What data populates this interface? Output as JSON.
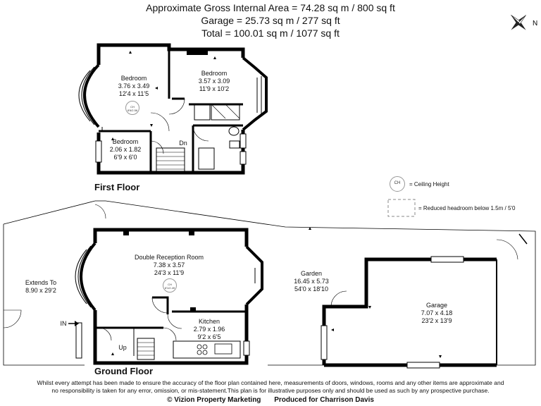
{
  "header": {
    "line1": "Approximate Gross Internal Area = 74.28 sq m / 800 sq ft",
    "line2": "Garage = 25.73 sq m / 277 sq ft",
    "line3": "Total = 100.01 sq m / 1077 sq ft"
  },
  "compass": {
    "label": "N"
  },
  "first_floor": {
    "title": "First Floor",
    "bedroom1": {
      "name": "Bedroom",
      "metric": "3.76 x 3.49",
      "imperial": "12'4 x 11'5",
      "ch_label": "CH",
      "ch_value": "8'6/2.56"
    },
    "bedroom2": {
      "name": "Bedroom",
      "metric": "3.57 x 3.09",
      "imperial": "11'9 x 10'2"
    },
    "bedroom3": {
      "name": "Bedroom",
      "metric": "2.06 x 1.82",
      "imperial": "6'9 x 6'0"
    },
    "stairs_label": "Dn"
  },
  "legend": {
    "ch_symbol": "CH",
    "ch_text": "= Ceiling Height",
    "headroom_text": "= Reduced headroom below 1.5m / 5'0"
  },
  "ground_floor": {
    "title": "Ground Floor",
    "reception": {
      "name": "Double Reception Room",
      "metric": "7.38 x 3.57",
      "imperial": "24'3 x 11'9",
      "ch_label": "CH",
      "ch_value": "8'1/2.49"
    },
    "kitchen": {
      "name": "Kitchen",
      "metric": "2.79 x 1.96",
      "imperial": "9'2 x 6'5"
    },
    "extends": {
      "name": "Extends To",
      "metric": "8.90 x 29'2"
    },
    "garden": {
      "name": "Garden",
      "metric": "16.45 x 5.73",
      "imperial": "54'0 x 18'10"
    },
    "garage": {
      "name": "Garage",
      "metric": "7.07 x 4.18",
      "imperial": "23'2 x 13'9"
    },
    "in_label": "IN",
    "up_label": "Up"
  },
  "footer": {
    "line1": "Whilst every attempt has been made to ensure the accuracy of the floor plan contained here, measurements of doors, windows, rooms and any other items are approximate and",
    "line2": "no responsibility is taken for any error, omission, or mis-statement.This plan is for illustrative purposes only and should be used as such by any prospective purchase.",
    "copyright": "© Vizion Property Marketing",
    "produced": "Produced for Charrison Davis"
  }
}
